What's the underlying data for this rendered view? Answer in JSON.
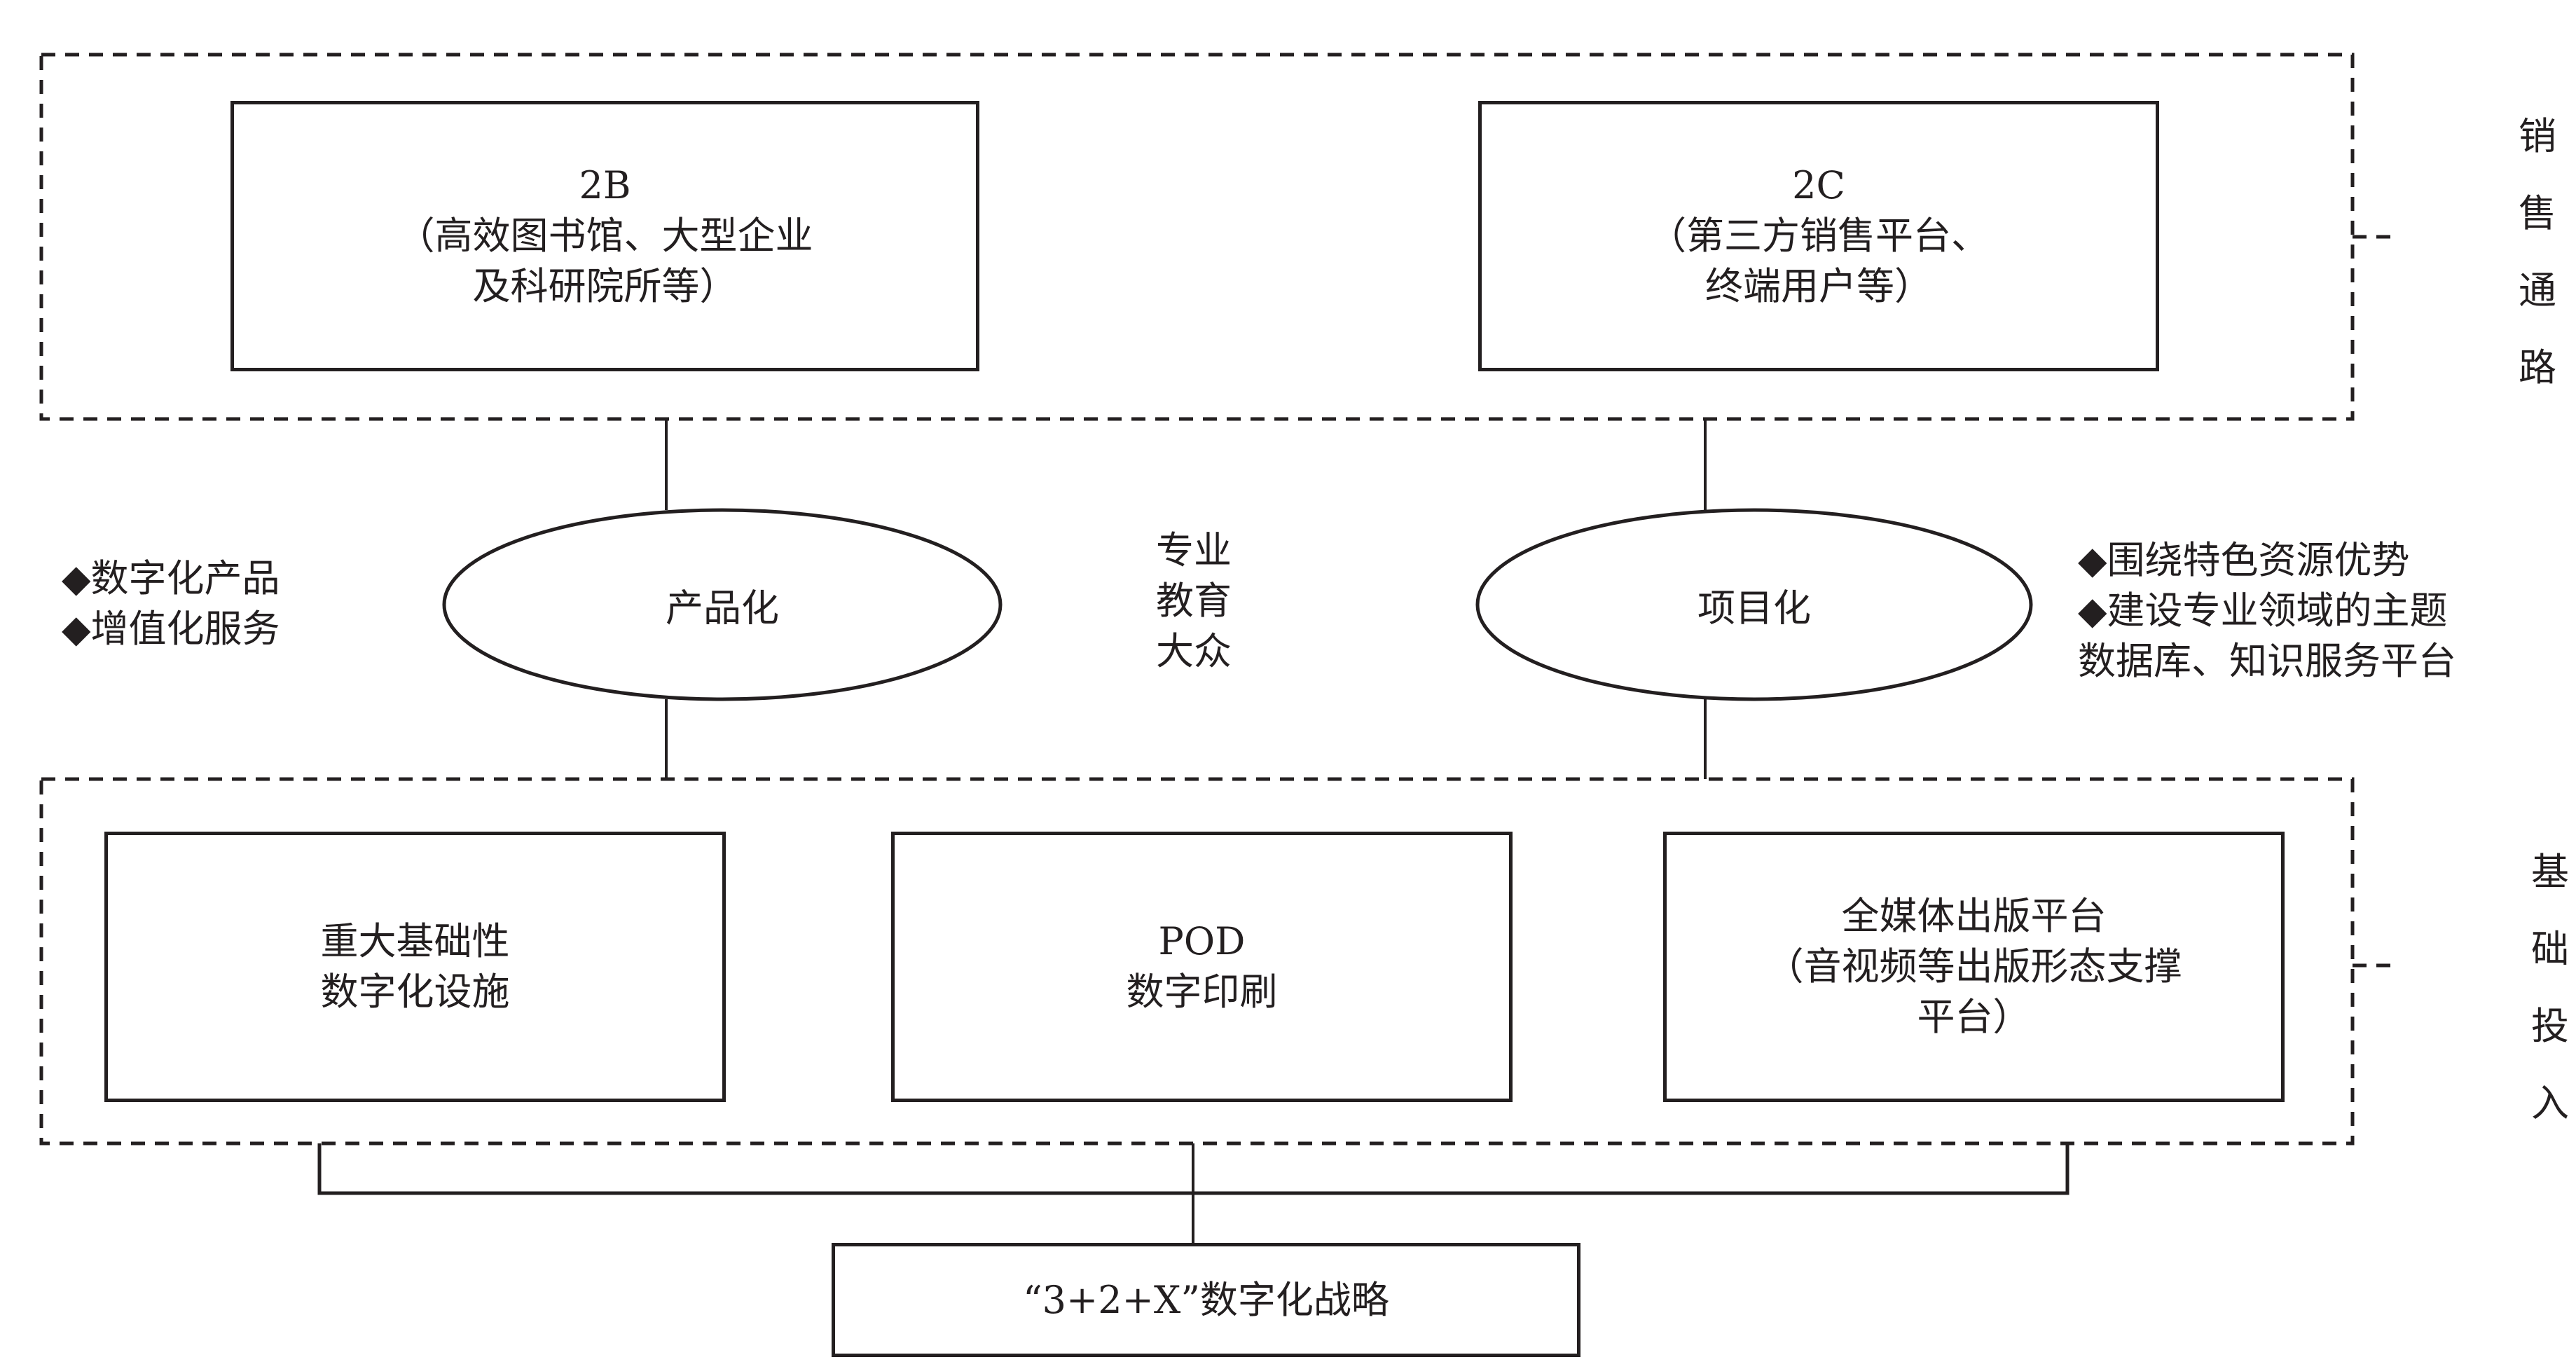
{
  "sales_channel": {
    "label_chars": [
      "销",
      "售",
      "通",
      "路"
    ],
    "boxes": [
      {
        "title": "2B",
        "lines": [
          "（高效图书馆、大型企业",
          "及科研院所等）"
        ]
      },
      {
        "title": "2C",
        "lines": [
          "（第三方销售平台、",
          "终端用户等）"
        ]
      }
    ]
  },
  "middle": {
    "left_ellipse": "产品化",
    "right_ellipse": "项目化",
    "left_notes": [
      "◆数字化产品",
      "◆增值化服务"
    ],
    "center_notes": [
      "专业",
      "教育",
      "大众"
    ],
    "right_notes": [
      "◆围绕特色资源优势",
      "◆建设专业领域的主题",
      "数据库、知识服务平台"
    ]
  },
  "infrastructure": {
    "label_chars": [
      "基",
      "础",
      "投",
      "入"
    ],
    "boxes": [
      {
        "title": "重大基础性",
        "lines": [
          "数字化设施"
        ]
      },
      {
        "title": "POD",
        "lines": [
          "数字印刷"
        ]
      },
      {
        "title": "全媒体出版平台",
        "lines": [
          "（音视频等出版形态支撑",
          "平台）"
        ]
      }
    ]
  },
  "strategy": {
    "label": "“3+2+X”数字化战略"
  },
  "colors": {
    "stroke": "#231f20",
    "background": "#ffffff"
  }
}
